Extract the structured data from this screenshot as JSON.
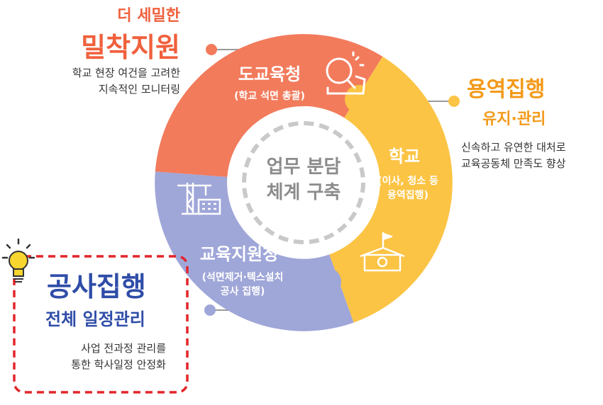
{
  "left_top": {
    "line1": "더 세밀한",
    "line2": "밀착지원",
    "desc1": "학교 현장 여건을 고려한",
    "desc2": "지속적인 모니터링"
  },
  "right_top": {
    "line1": "용역집행",
    "line2": "유지·관리",
    "desc1": "신속하고 유연한 대처로",
    "desc2": "교육공동체 만족도 향상"
  },
  "left_bottom": {
    "line1": "공사집행",
    "line2": "전체 일정관리",
    "desc1": "사업 전과정 관리를",
    "desc2": "통한 학사일정 안정화"
  },
  "segments": {
    "office": {
      "title": "도교육청",
      "sub": "(학교 석면 총괄)",
      "color": "#f27b5c"
    },
    "school": {
      "title": "학교",
      "sub1": "(이사, 청소 등",
      "sub2": "용역집행)",
      "color": "#fcc445"
    },
    "district": {
      "title": "교육지원청",
      "sub1": "(석면제거·텍스설치",
      "sub2": "공사 집행)",
      "color": "#9fa6d8"
    }
  },
  "center": {
    "line1": "업무 분담",
    "line2": "체계 구축"
  },
  "colors": {
    "orange": "#f0603c",
    "yellow": "#f39a1a",
    "blue": "#2f4da8",
    "dashed_red": "#e3252b"
  },
  "icons": [
    "magnifier-hand-icon",
    "school-flag-icon",
    "crane-building-icon",
    "lightbulb-icon"
  ]
}
